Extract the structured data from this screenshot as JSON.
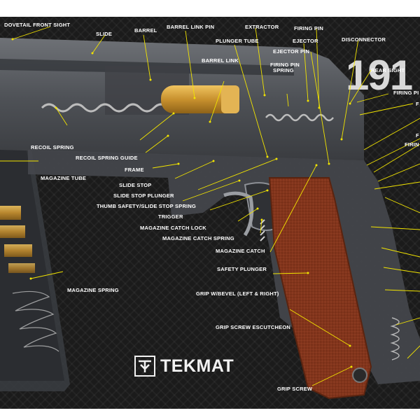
{
  "product": {
    "big_text": "191",
    "brand": "TEKMAT"
  },
  "colors": {
    "background": "#1b1b1b",
    "leader": "#f2e400",
    "label": "#ffffff",
    "grip": "#8a3a20",
    "brass": "#c8912e",
    "steel": "#5a5d62"
  },
  "callouts": [
    {
      "id": "dovetail-front-sight",
      "text": "DOVETAIL FRONT SIGHT"
    },
    {
      "id": "slide",
      "text": "SLIDE"
    },
    {
      "id": "barrel",
      "text": "BARREL"
    },
    {
      "id": "barrel-link-pin",
      "text": "BARREL LINK PIN"
    },
    {
      "id": "plunger-tube",
      "text": "PLUNGER TUBE"
    },
    {
      "id": "extractor",
      "text": "EXTRACTOR"
    },
    {
      "id": "firing-pin",
      "text": "FIRING PIN"
    },
    {
      "id": "disconnector",
      "text": "DISCONNECTOR"
    },
    {
      "id": "ejector",
      "text": "EJECTOR"
    },
    {
      "id": "ejector-pin",
      "text": "EJECTOR PIN"
    },
    {
      "id": "barrel-link",
      "text": "BARREL LINK"
    },
    {
      "id": "firing-pin-spring-1",
      "text": "FIRING PIN"
    },
    {
      "id": "firing-pin-spring-2",
      "text": "SPRING"
    },
    {
      "id": "rear-sight",
      "text": "REAR SIGHT"
    },
    {
      "id": "firing-pin-stop",
      "text": "FIRING PI"
    },
    {
      "id": "cut-f1",
      "text": "F"
    },
    {
      "id": "cut-f2",
      "text": "F"
    },
    {
      "id": "cut-firin",
      "text": "FIRIN"
    },
    {
      "id": "recoil-spring",
      "text": "RECOIL SPRING"
    },
    {
      "id": "recoil-spring-guide",
      "text": "RECOIL SPRING GUIDE"
    },
    {
      "id": "frame",
      "text": "FRAME"
    },
    {
      "id": "magazine-tube",
      "text": "MAGAZINE TUBE"
    },
    {
      "id": "slide-stop",
      "text": "SLIDE STOP"
    },
    {
      "id": "slide-stop-plunger",
      "text": "SLIDE STOP PLUNGER"
    },
    {
      "id": "thumb-safety-spring",
      "text": "THUMB SAFETY/SLIDE STOP SPRING"
    },
    {
      "id": "trigger",
      "text": "TRIGGER"
    },
    {
      "id": "magazine-catch-lock",
      "text": "MAGAZINE CATCH LOCK"
    },
    {
      "id": "magazine-catch-spring",
      "text": "MAGAZINE CATCH SPRING"
    },
    {
      "id": "magazine-catch",
      "text": "MAGAZINE CATCH"
    },
    {
      "id": "safety-plunger",
      "text": "SAFETY PLUNGER"
    },
    {
      "id": "magazine-spring",
      "text": "MAGAZINE SPRING"
    },
    {
      "id": "grip-w-bevel",
      "text": "GRIP W/BEVEL (LEFT & RIGHT)"
    },
    {
      "id": "grip-screw-escutcheon",
      "text": "GRIP SCREW ESCUTCHEON"
    },
    {
      "id": "grip-screw",
      "text": "GRIP SCREW"
    }
  ]
}
